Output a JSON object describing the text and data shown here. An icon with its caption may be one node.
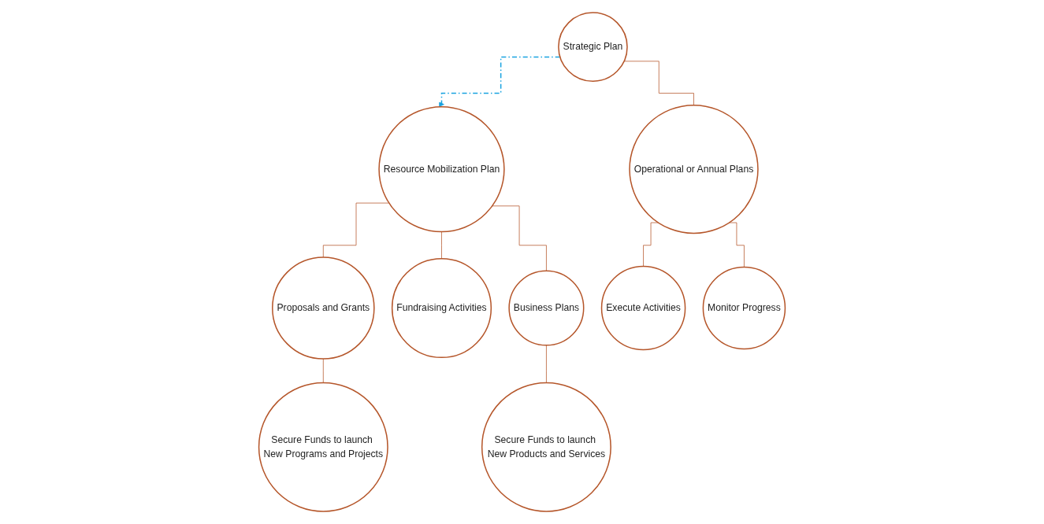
{
  "diagram": {
    "nodes": [
      {
        "text": [
          "Strategic Plan"
        ]
      },
      {
        "text": [
          "Resource Mobilization Plan"
        ]
      },
      {
        "text": [
          "Operational or Annual Plans"
        ]
      },
      {
        "text": [
          "Proposals and Grants"
        ]
      },
      {
        "text": [
          "Fundraising Activities"
        ]
      },
      {
        "text": [
          "Business Plans"
        ]
      },
      {
        "text": [
          "Execute Activities"
        ]
      },
      {
        "text": [
          "Secure Funds to launch New Programs and Projects"
        ]
      },
      {
        "text": [
          "Secure Funds to launch New Products and Services"
        ]
      },
      {
        "text": [
          "Monitor Progress"
        ]
      }
    ],
    "edges": [
      {
        "from": 0,
        "to": 1,
        "arrow": "to",
        "style": "dashed",
        "color": "#1aa3e0"
      },
      {
        "from": 0,
        "to": 2,
        "arrow": "none"
      },
      {
        "from": 1,
        "to": 3,
        "arrow": "none"
      },
      {
        "from": 1,
        "to": 4,
        "arrow": "none"
      },
      {
        "from": 1,
        "to": 5,
        "arrow": "none"
      },
      {
        "from": 2,
        "to": 6,
        "arrow": "none"
      },
      {
        "from": 2,
        "to": 9,
        "arrow": "none"
      },
      {
        "from": 3,
        "to": 7,
        "arrow": "none"
      },
      {
        "from": 5,
        "to": 8,
        "arrow": "none"
      }
    ]
  }
}
